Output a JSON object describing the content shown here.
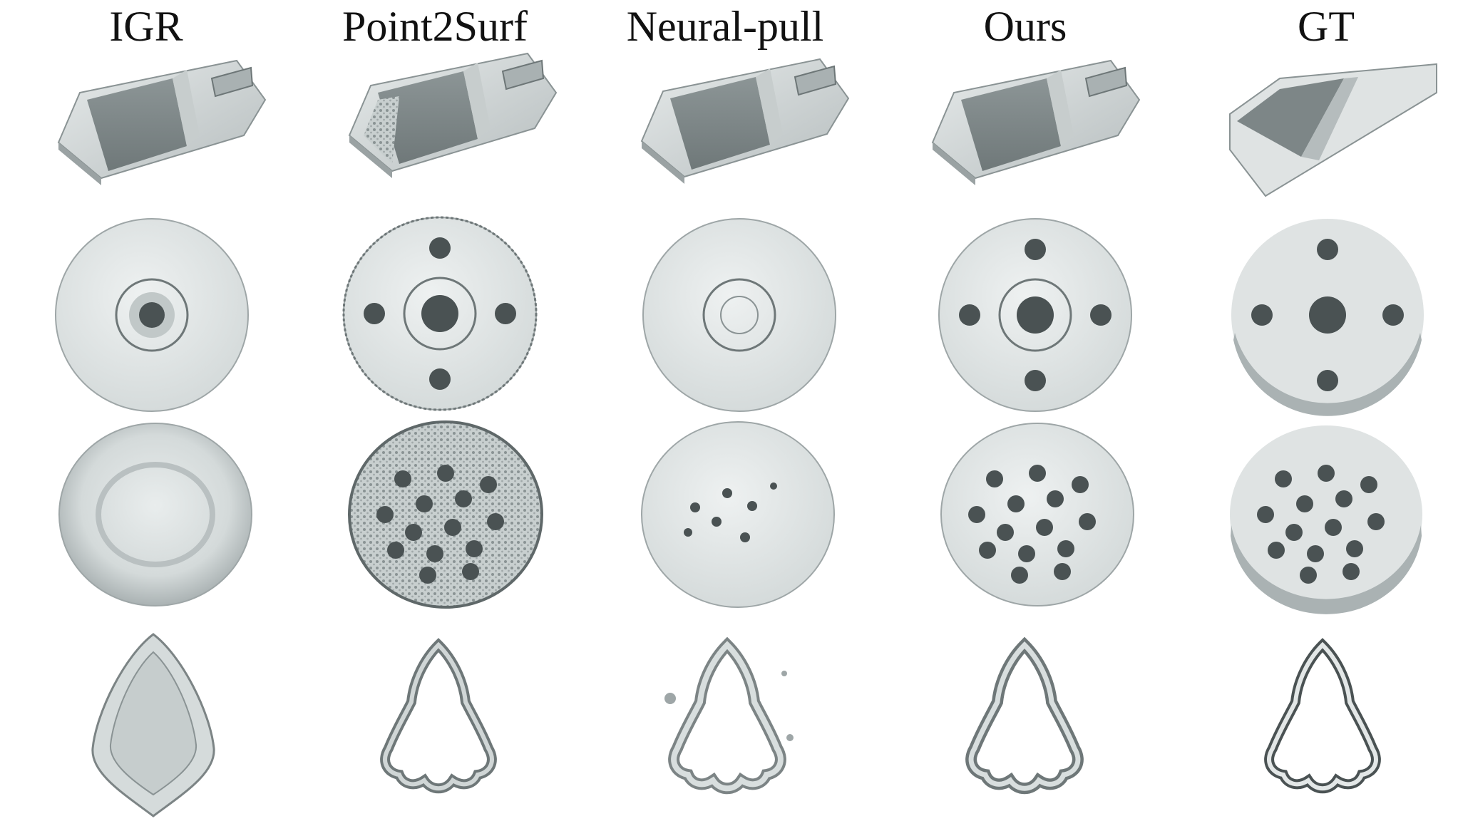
{
  "columns": [
    {
      "label": "IGR"
    },
    {
      "label": "Point2Surf"
    },
    {
      "label": "Neural-pull"
    },
    {
      "label": "Ours"
    },
    {
      "label": "GT"
    }
  ],
  "rows": [
    {
      "shape": "mechanical-bracket"
    },
    {
      "shape": "flange-disk"
    },
    {
      "shape": "perforated-disk"
    },
    {
      "shape": "tree-cookie-cutter"
    }
  ],
  "colors": {
    "surface": "#dfe3e3",
    "shade": "#9ea6a7",
    "dark": "#4a5253",
    "outline": "#7c8485"
  }
}
